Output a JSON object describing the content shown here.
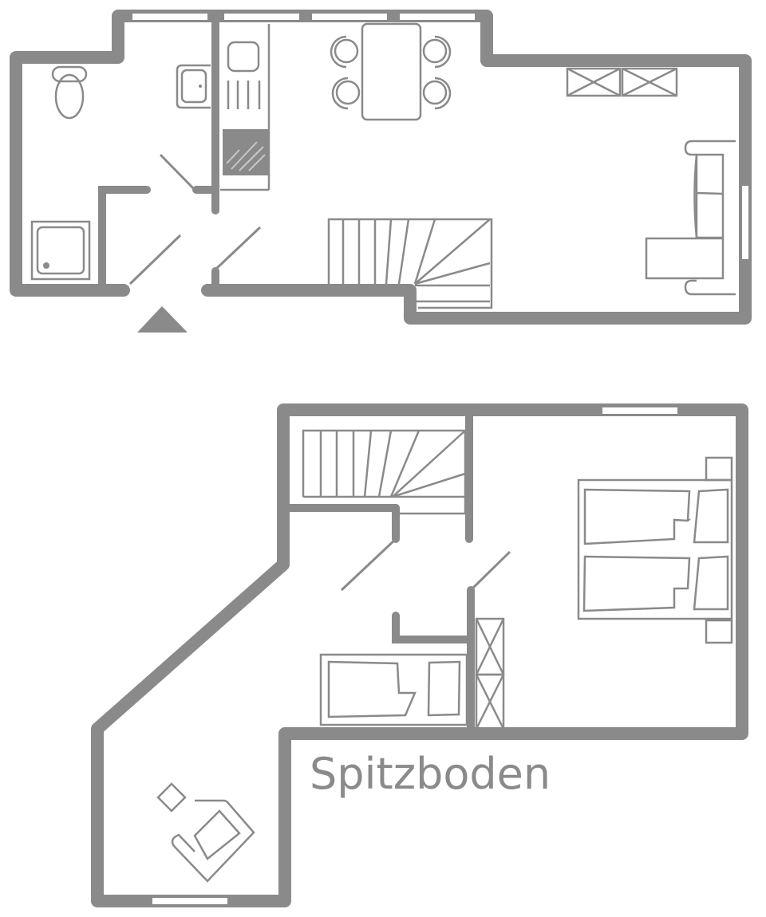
{
  "plan": {
    "title": "Spitzboden",
    "colors": {
      "wall": "#8a8a8a",
      "background": "#ffffff"
    },
    "ground_floor": {
      "rooms": [
        "bathroom",
        "hallway",
        "kitchen",
        "dining",
        "living"
      ],
      "furniture": [
        "toilet",
        "sink",
        "shower",
        "stove",
        "sink-kitchen",
        "cooktop",
        "dining-table",
        "chair",
        "chair",
        "chair",
        "chair",
        "cabinet",
        "cabinet",
        "sofa",
        "staircase"
      ],
      "entrance_marker": "entrance-triangle-icon"
    },
    "attic_floor": {
      "label": "Spitzboden",
      "rooms": [
        "hallway",
        "bedroom",
        "small-bedroom",
        "attic-corner"
      ],
      "furniture": [
        "staircase",
        "double-bed",
        "single-bed",
        "wardrobe",
        "armchair",
        "side-table"
      ]
    }
  }
}
